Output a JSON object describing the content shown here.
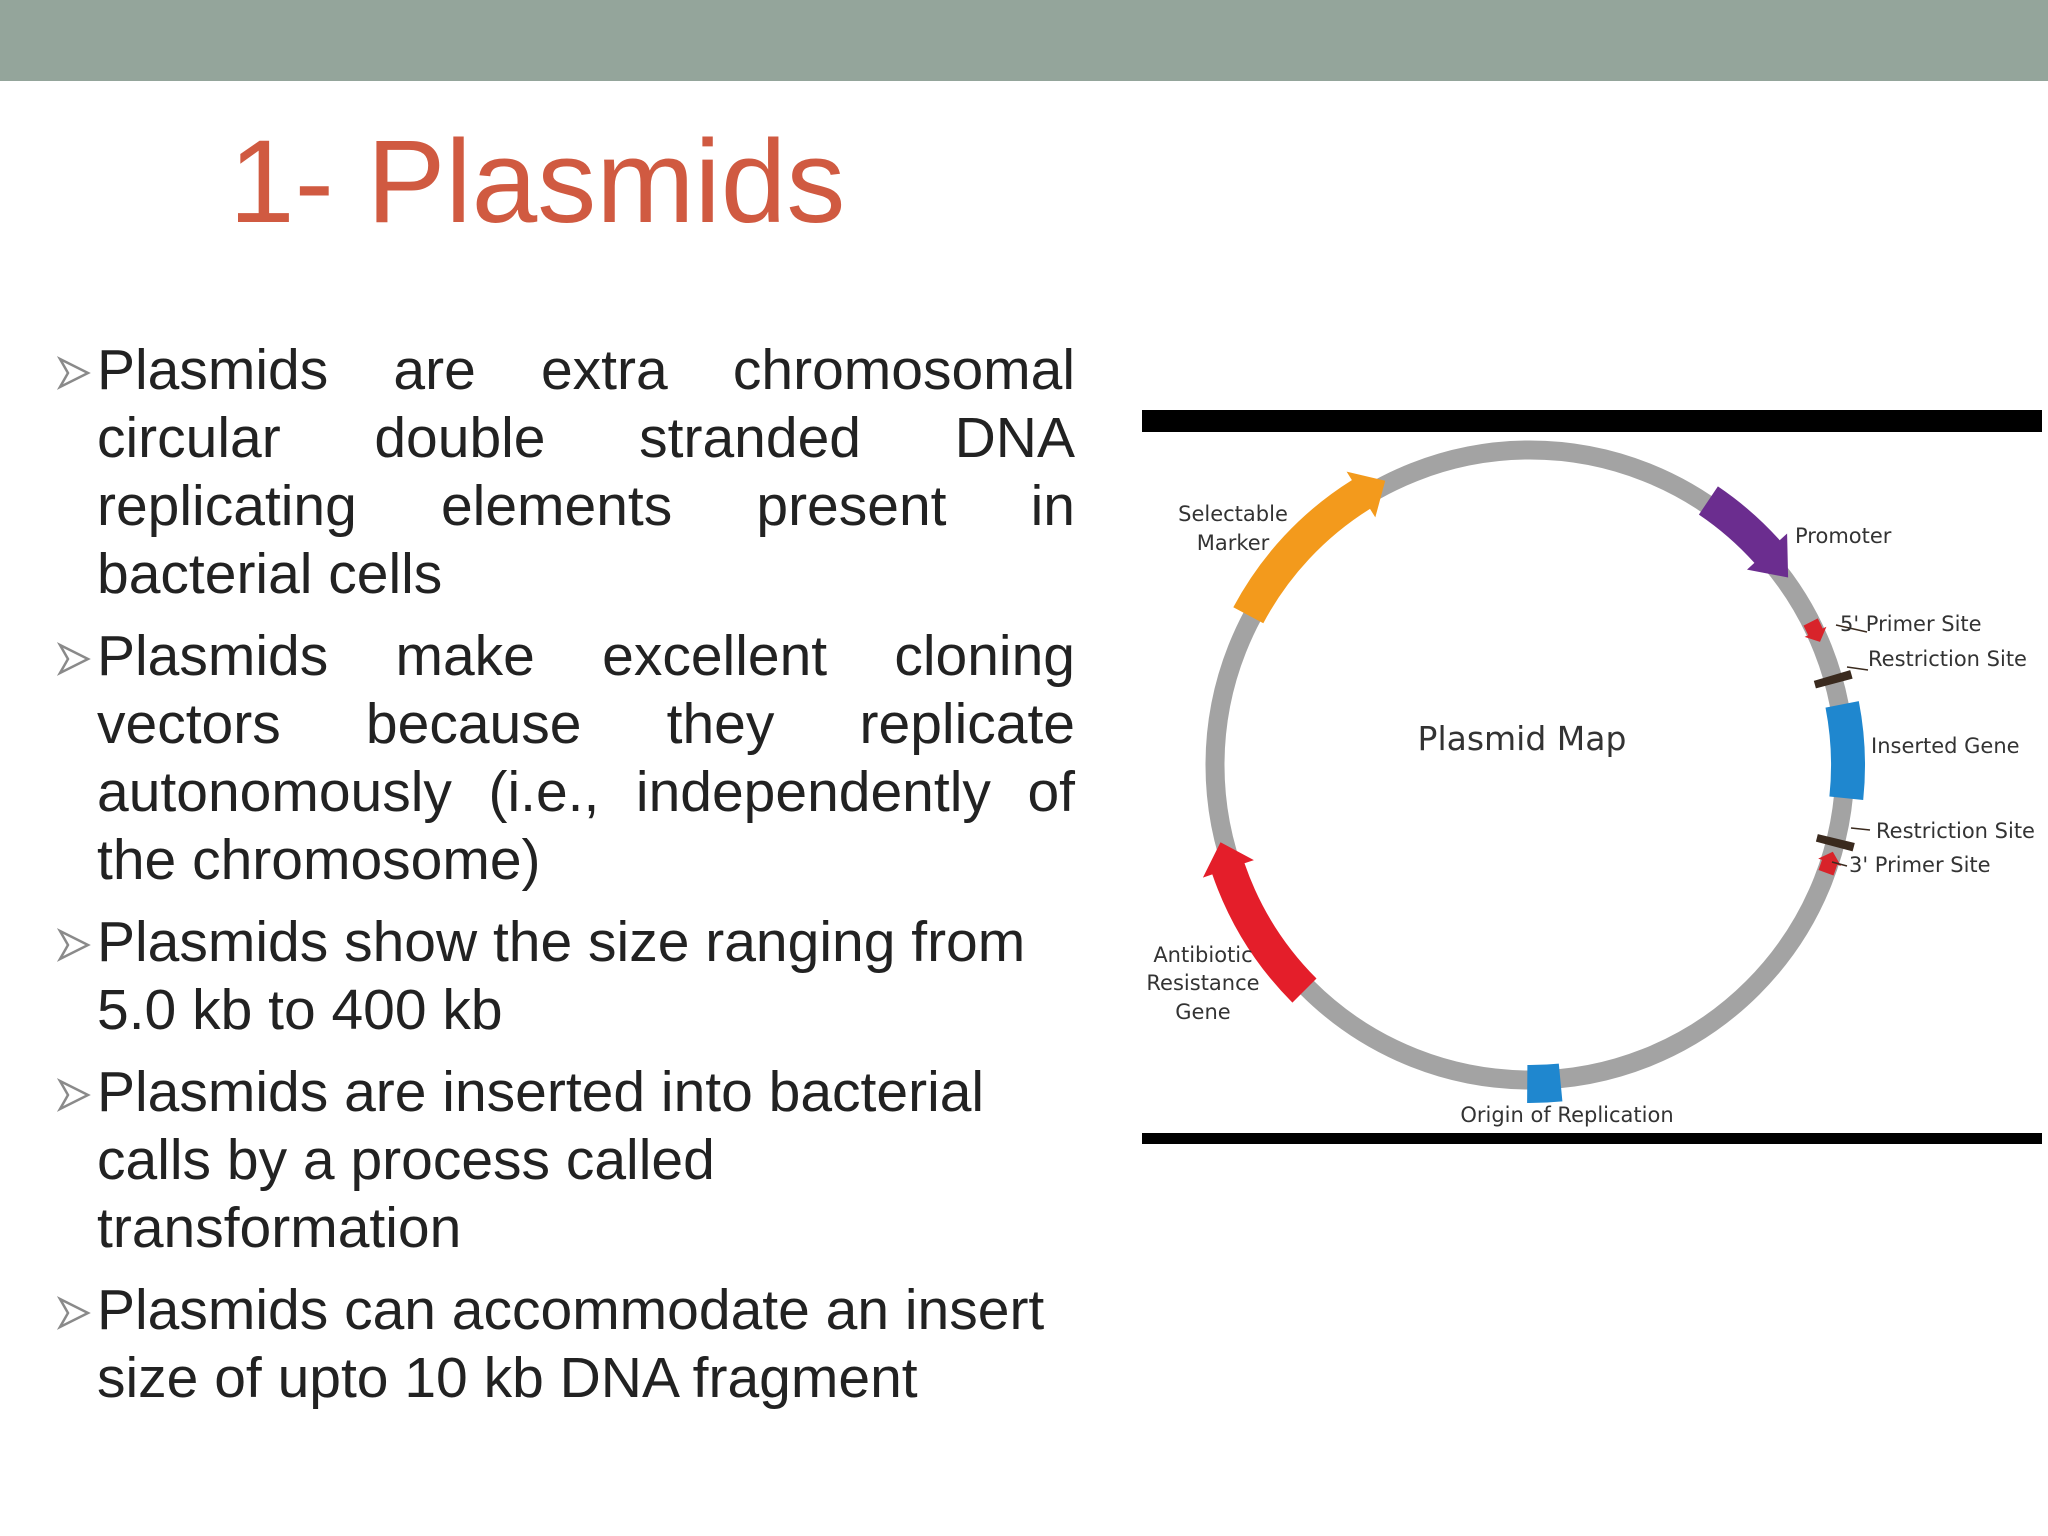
{
  "slide": {
    "title": "1- Plasmids",
    "bar_color": "#94a59b",
    "title_color": "#d05a41",
    "bullets": [
      "Plasmids are extra chromosomal circular double stranded DNA replicating elements present in bacterial cells",
      "Plasmids make excellent cloning vectors because they replicate autonomously (i.e., independently of the chromosome)",
      "Plasmids show the size ranging from 5.0 kb to 400 kb",
      "Plasmids are inserted into bacterial calls by a process called transformation",
      "Plasmids can accommodate an insert size of upto 10 kb DNA fragment"
    ],
    "bullet_icon": "arrowhead-bullet-icon"
  },
  "diagram": {
    "center_label": "Plasmid Map",
    "labels": {
      "selectable_marker": [
        "Selectable",
        "Marker"
      ],
      "promoter": "Promoter",
      "primer_5": "5' Primer Site",
      "restriction_1": "Restriction Site",
      "inserted_gene": "Inserted Gene",
      "restriction_2": "Restriction Site",
      "primer_3": "3' Primer Site",
      "antibiotic": [
        "Antibiotic",
        "Resistance",
        "Gene"
      ],
      "origin": "Origin of Replication"
    },
    "colors": {
      "ring": "#a3a3a3",
      "selectable_marker": "#f39a1c",
      "promoter": "#6b2d8f",
      "primer_sites": "#d8232a",
      "inserted_gene": "#1f87cf",
      "antibiotic": "#e41e2a",
      "origin": "#1f87cf",
      "restriction_sites": "#3a2a1e"
    }
  }
}
